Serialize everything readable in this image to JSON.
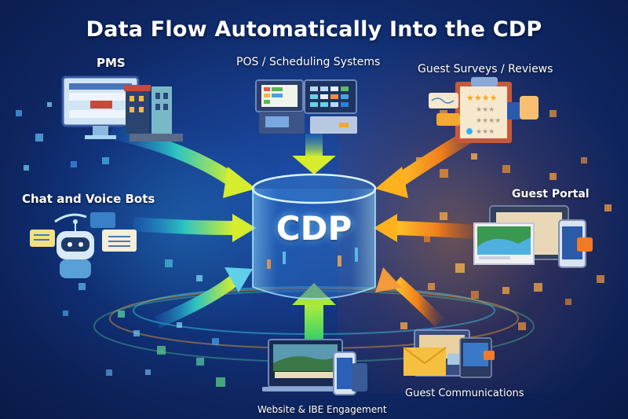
{
  "title": "Data Flow Automatically Into the CDP",
  "hub": {
    "label": "CDP",
    "icon": "database-cylinder-icon"
  },
  "sources": [
    {
      "id": "pms",
      "label": "PMS",
      "icon": "monitor-hotel-icon",
      "color": "#2fd07a"
    },
    {
      "id": "pos",
      "label": "POS / Scheduling Systems",
      "icon": "pos-terminal-icon",
      "color": "#b8e63a"
    },
    {
      "id": "surveys",
      "label": "Guest Surveys / Reviews",
      "icon": "clipboard-stars-thumbsup-icon",
      "color": "#f39a1e"
    },
    {
      "id": "chatbots",
      "label": "Chat and Voice Bots",
      "icon": "robot-chat-icon",
      "color": "#3fb6e8"
    },
    {
      "id": "portal",
      "label": "Guest Portal",
      "icon": "tablet-phone-portal-icon",
      "color": "#f5a623"
    },
    {
      "id": "website",
      "label": "Website & IBE Engagement",
      "icon": "laptop-phone-icon",
      "color": "#5fdc4a"
    },
    {
      "id": "communications",
      "label": "Guest Communications",
      "icon": "envelope-devices-icon",
      "color": "#f08a24"
    }
  ],
  "colors": {
    "background": "#12327a",
    "cool_arrow": "#c8ea2a",
    "warm_arrow": "#f7a21c",
    "text": "#ffffff"
  }
}
